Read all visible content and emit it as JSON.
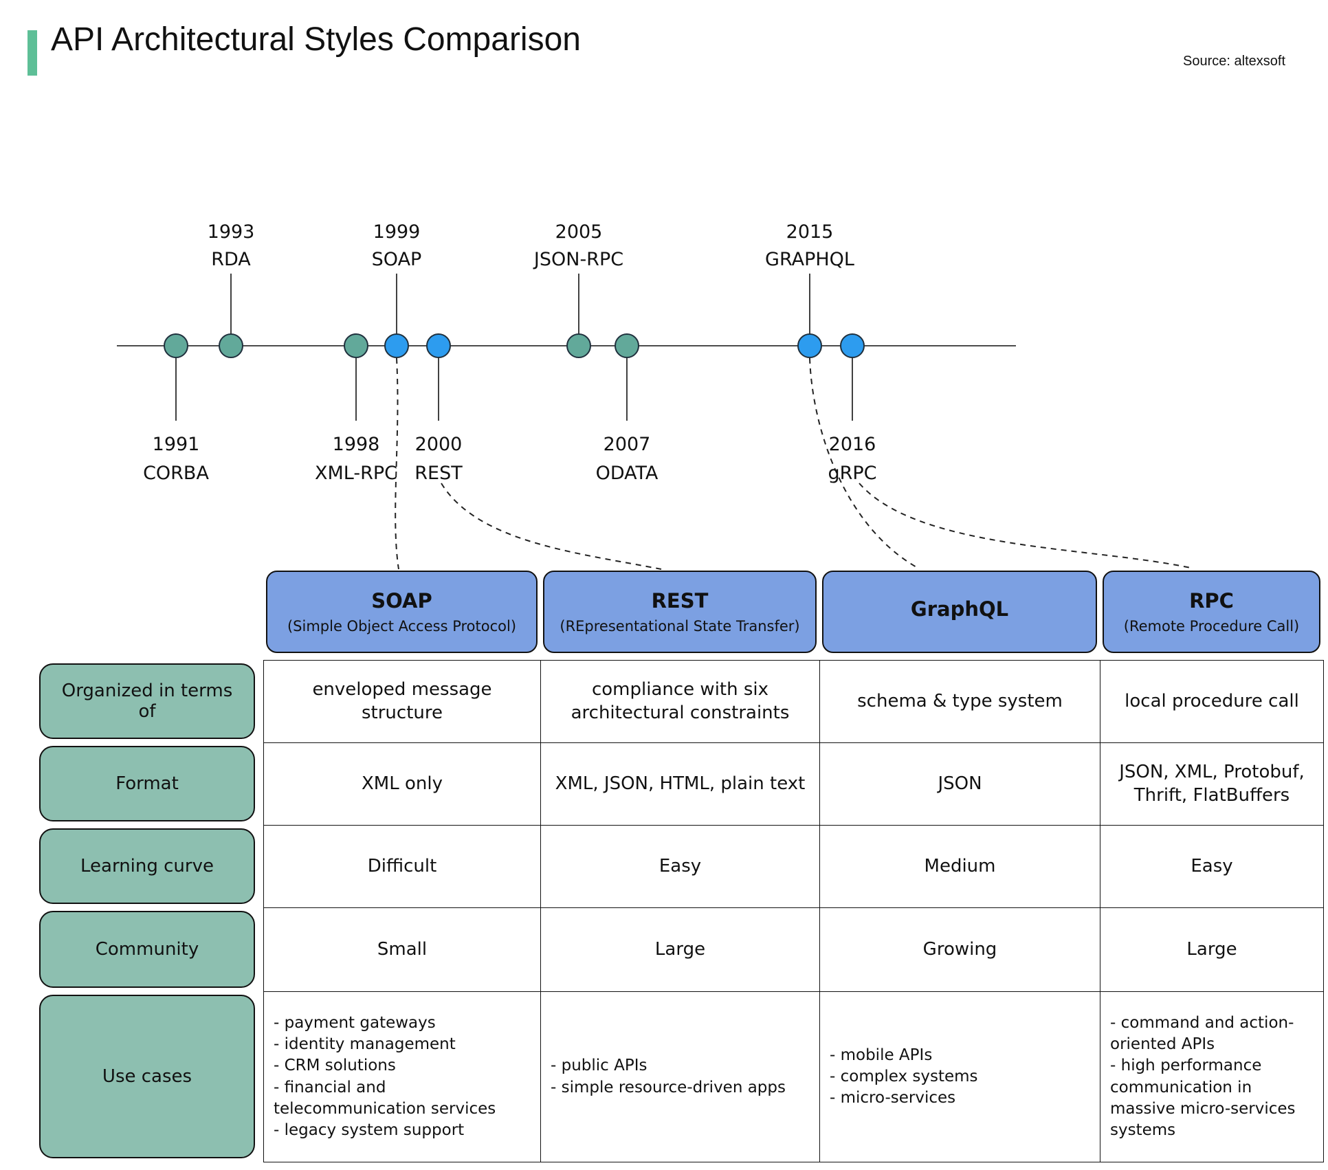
{
  "header": {
    "title": "API Architectural Styles Comparison",
    "source": "Source: altexsoft"
  },
  "colors": {
    "accent_green": "#5ebf97",
    "timeline_dot_teal": "#62a99a",
    "timeline_dot_blue": "#2d9cef",
    "column_header_blue": "#7ca0e2",
    "row_header_teal": "#8dbfb0"
  },
  "timeline": {
    "items": [
      {
        "year": "1991",
        "name": "CORBA"
      },
      {
        "year": "1993",
        "name": "RDA"
      },
      {
        "year": "1998",
        "name": "XML-RPC"
      },
      {
        "year": "1999",
        "name": "SOAP"
      },
      {
        "year": "2000",
        "name": "REST"
      },
      {
        "year": "2005",
        "name": "JSON-RPC"
      },
      {
        "year": "2007",
        "name": "ODATA"
      },
      {
        "year": "2015",
        "name": "GRAPHQL"
      },
      {
        "year": "2016",
        "name": "gRPC"
      }
    ]
  },
  "table": {
    "columns": [
      {
        "title": "SOAP",
        "subtitle": "(Simple Object Access Protocol)"
      },
      {
        "title": "REST",
        "subtitle": "(REpresentational State Transfer)"
      },
      {
        "title": "GraphQL",
        "subtitle": ""
      },
      {
        "title": "RPC",
        "subtitle": "(Remote Procedure Call)"
      }
    ],
    "rows": [
      {
        "label": "Organized in terms of",
        "cells": [
          "enveloped message structure",
          "compliance with six architectural constraints",
          "schema & type system",
          "local procedure call"
        ]
      },
      {
        "label": "Format",
        "cells": [
          "XML only",
          "XML, JSON, HTML, plain text",
          "JSON",
          "JSON, XML, Protobuf, Thrift, FlatBuffers"
        ]
      },
      {
        "label": "Learning curve",
        "cells": [
          "Difficult",
          "Easy",
          "Medium",
          "Easy"
        ]
      },
      {
        "label": "Community",
        "cells": [
          "Small",
          "Large",
          "Growing",
          "Large"
        ]
      },
      {
        "label": "Use cases",
        "cells": [
          "- payment gateways\n- identity management\n- CRM solutions\n- financial and telecommunication services\n- legacy system support",
          "- public APIs\n- simple resource-driven apps",
          "- mobile APIs\n- complex systems\n- micro-services",
          "- command and action-oriented APIs\n- high performance communication in massive micro-services systems"
        ]
      }
    ]
  }
}
